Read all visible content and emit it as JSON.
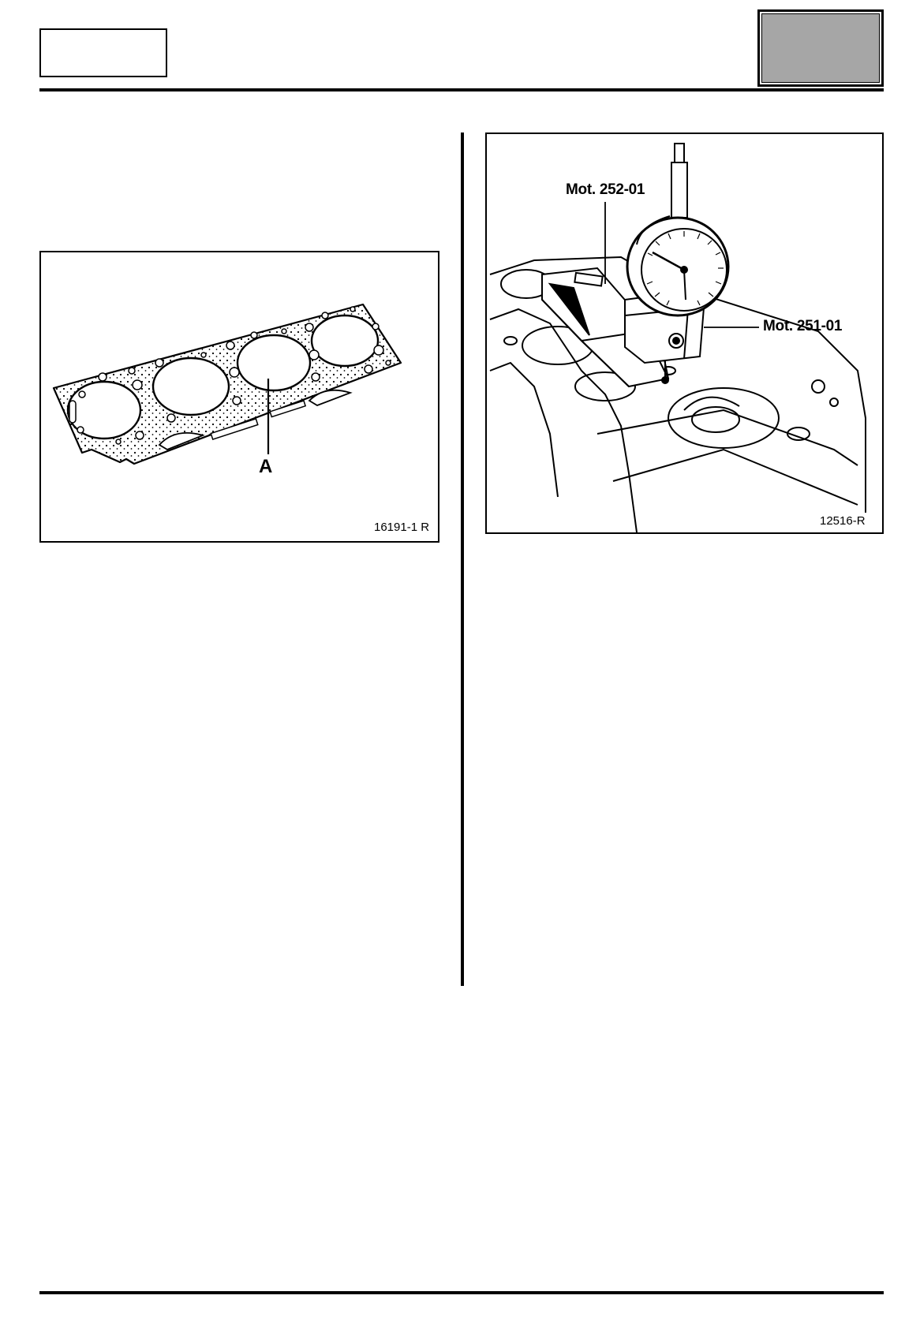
{
  "header": {
    "left_box_text": "",
    "right_box_text": ""
  },
  "figures": {
    "gasket": {
      "callout_label": "A",
      "reference": "16191-1 R"
    },
    "dial_gauge": {
      "callout_tool_1": "Mot. 252-01",
      "callout_tool_2": "Mot. 251-01",
      "reference": "12516-R"
    }
  },
  "colors": {
    "grey_tab": "#a6a6a6",
    "ink": "#000000"
  }
}
